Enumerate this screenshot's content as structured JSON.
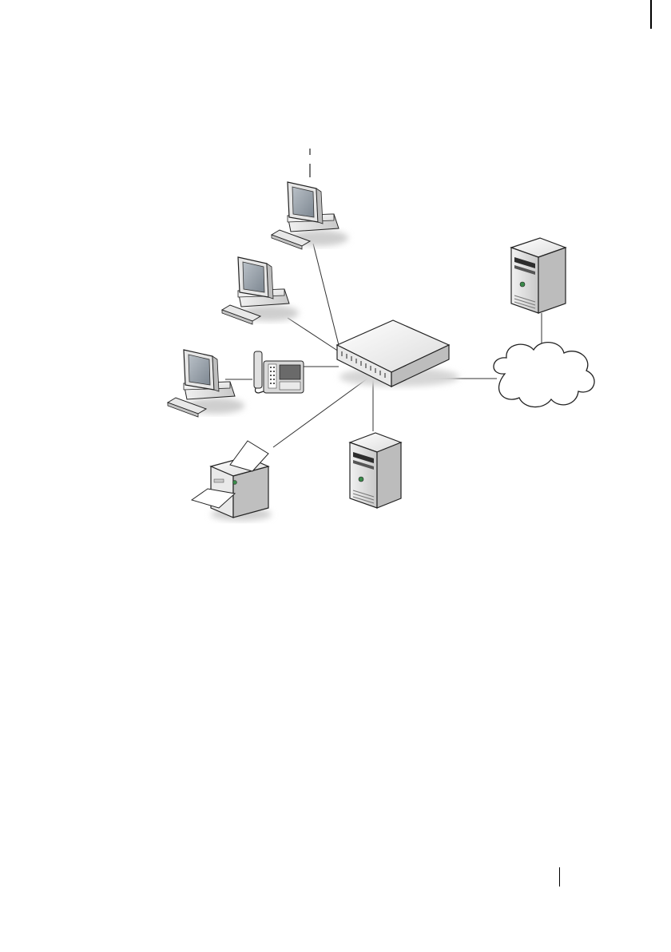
{
  "page": {
    "background": "#ffffff"
  },
  "diagram": {
    "type": "network-topology",
    "central_node": "network-switch",
    "nodes": [
      {
        "id": "workstation-1",
        "icon": "desktop-computer-icon"
      },
      {
        "id": "workstation-2",
        "icon": "desktop-computer-icon"
      },
      {
        "id": "workstation-3",
        "icon": "desktop-computer-icon"
      },
      {
        "id": "ip-phone",
        "icon": "ip-phone-icon"
      },
      {
        "id": "printer",
        "icon": "printer-icon"
      },
      {
        "id": "local-server",
        "icon": "tower-server-icon"
      },
      {
        "id": "internet-cloud",
        "icon": "cloud-icon"
      },
      {
        "id": "remote-server",
        "icon": "tower-server-icon"
      },
      {
        "id": "network-switch",
        "icon": "network-switch-icon"
      }
    ],
    "links": [
      [
        "workstation-1",
        "network-switch"
      ],
      [
        "workstation-2",
        "network-switch"
      ],
      [
        "workstation-3",
        "ip-phone"
      ],
      [
        "ip-phone",
        "network-switch"
      ],
      [
        "printer",
        "network-switch"
      ],
      [
        "local-server",
        "network-switch"
      ],
      [
        "network-switch",
        "internet-cloud"
      ],
      [
        "internet-cloud",
        "remote-server"
      ]
    ],
    "colors": {
      "line": "#333333",
      "outline": "#222222",
      "screen": "#9aa3ad"
    }
  }
}
